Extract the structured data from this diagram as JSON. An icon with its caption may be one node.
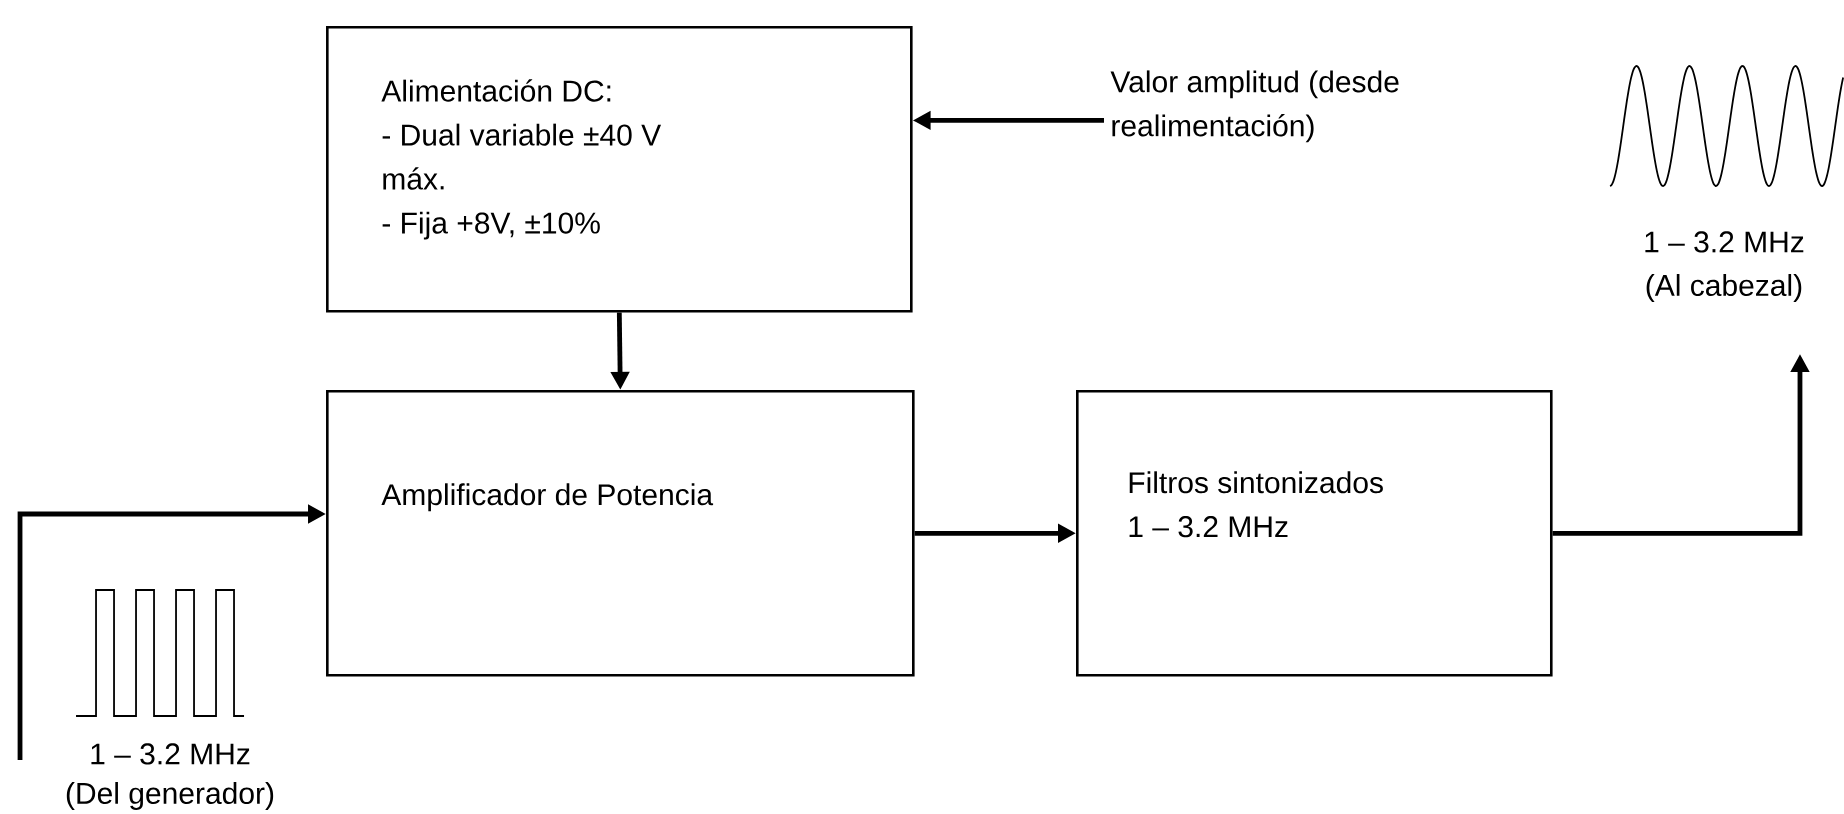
{
  "diagram": {
    "nodes": [
      {
        "text": [
          "Alimentación DC:",
          "- Dual variable ±40 V máx.",
          "- Fija +8V, ±10%"
        ]
      },
      {
        "text": [
          "Amplificador de Potencia"
        ]
      },
      {
        "text": [
          "Filtros sintonizados",
          "1 – 3.2 MHz"
        ]
      },
      {
        "text": [
          "Valor amplitud (desde realimentación)"
        ]
      }
    ],
    "edges": [
      {
        "from": 3,
        "to": 0,
        "arrow": "to"
      },
      {
        "from": 0,
        "to": 1,
        "arrow": "to"
      },
      {
        "from": 1,
        "to": 2,
        "arrow": "to"
      },
      {
        "from": null,
        "to": 1,
        "arrow": "to"
      },
      {
        "from": 2,
        "to": null,
        "arrow": "to"
      }
    ],
    "labels": [
      "1 – 3.2 MHz",
      "(Al cabezal)",
      "1 – 3.2 MHz",
      "(Del generador)"
    ]
  }
}
